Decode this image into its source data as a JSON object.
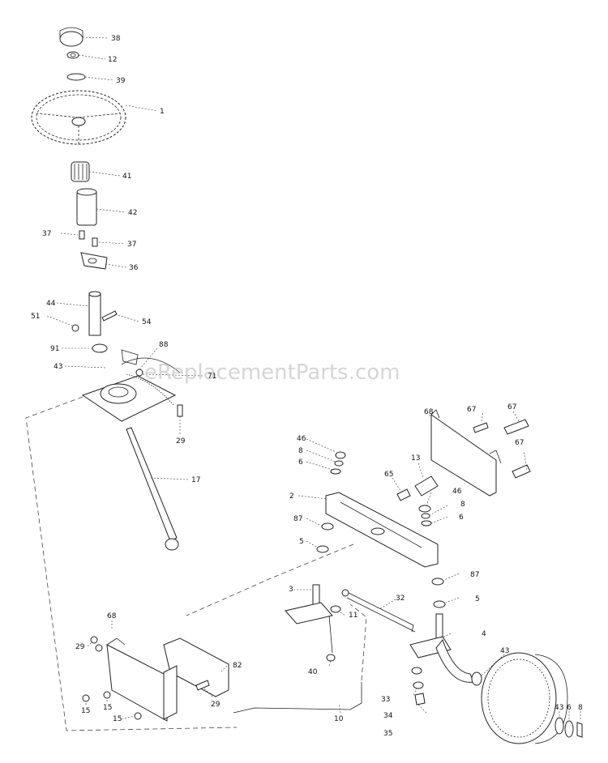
{
  "watermark": "eReplacementParts.com",
  "labels": {
    "l38": "38",
    "l12": "12",
    "l39": "39",
    "l1": "1",
    "l41": "41",
    "l42": "42",
    "l37a": "37",
    "l37b": "37",
    "l36": "36",
    "l44": "44",
    "l51": "51",
    "l54": "54",
    "l91": "91",
    "l88": "88",
    "l43a": "43",
    "l71": "71",
    "l29a": "29",
    "l17": "17",
    "l68a": "68",
    "l67a": "67",
    "l67b": "67",
    "l67c": "67",
    "l46a": "46",
    "l8a": "8",
    "l6a": "6",
    "l13": "13",
    "l65": "65",
    "l2": "2",
    "l46b": "46",
    "l8b": "8",
    "l6b": "6",
    "l87a": "87",
    "l5a": "5",
    "l87b": "87",
    "l3": "3",
    "l32": "32",
    "l5b": "5",
    "l11": "11",
    "l4": "4",
    "l40": "40",
    "l68b": "68",
    "l29b": "29",
    "l29c": "29",
    "l15a": "15",
    "l15b": "15",
    "l15c": "15",
    "l82": "82",
    "l10": "10",
    "l43b": "43",
    "l33": "33",
    "l34": "34",
    "l35": "35",
    "l43c": "43",
    "l6c": "6",
    "l8c": "8"
  }
}
